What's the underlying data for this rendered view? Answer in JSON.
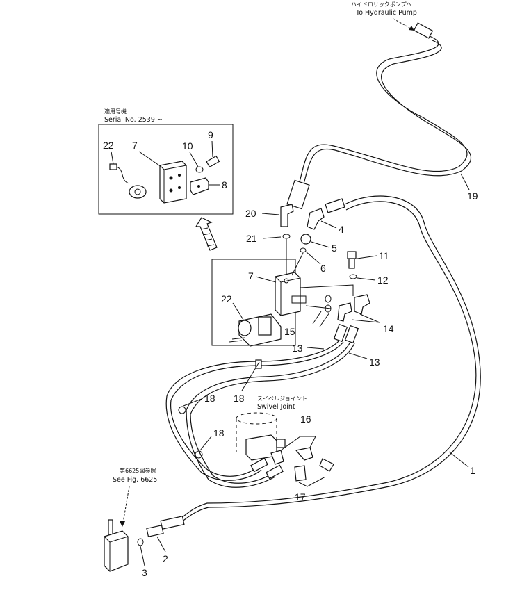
{
  "annotations": {
    "pump_jp": "ハイドロリックポンプへ",
    "pump_en": "To Hydraulic Pump",
    "serial_jp": "適用号機",
    "serial_en": "Serial No. 2539 ~",
    "swivel_jp": "スイベルジョイント",
    "swivel_en": "Swivel  Joint",
    "fig_jp": "第6625図参照",
    "fig_en": "See Fig. 6625"
  },
  "part_numbers": {
    "p1": "1",
    "p2": "2",
    "p3": "3",
    "p4": "4",
    "p5": "5",
    "p6": "6",
    "p7a": "7",
    "p7b": "7",
    "p8": "8",
    "p9": "9",
    "p10": "10",
    "p11": "11",
    "p12": "12",
    "p13a": "13",
    "p13b": "13",
    "p14": "14",
    "p15": "15",
    "p16": "16",
    "p17": "17",
    "p18a": "18",
    "p18b": "18",
    "p18c": "18",
    "p19": "19",
    "p20": "20",
    "p21": "21",
    "p22a": "22",
    "p22b": "22"
  }
}
